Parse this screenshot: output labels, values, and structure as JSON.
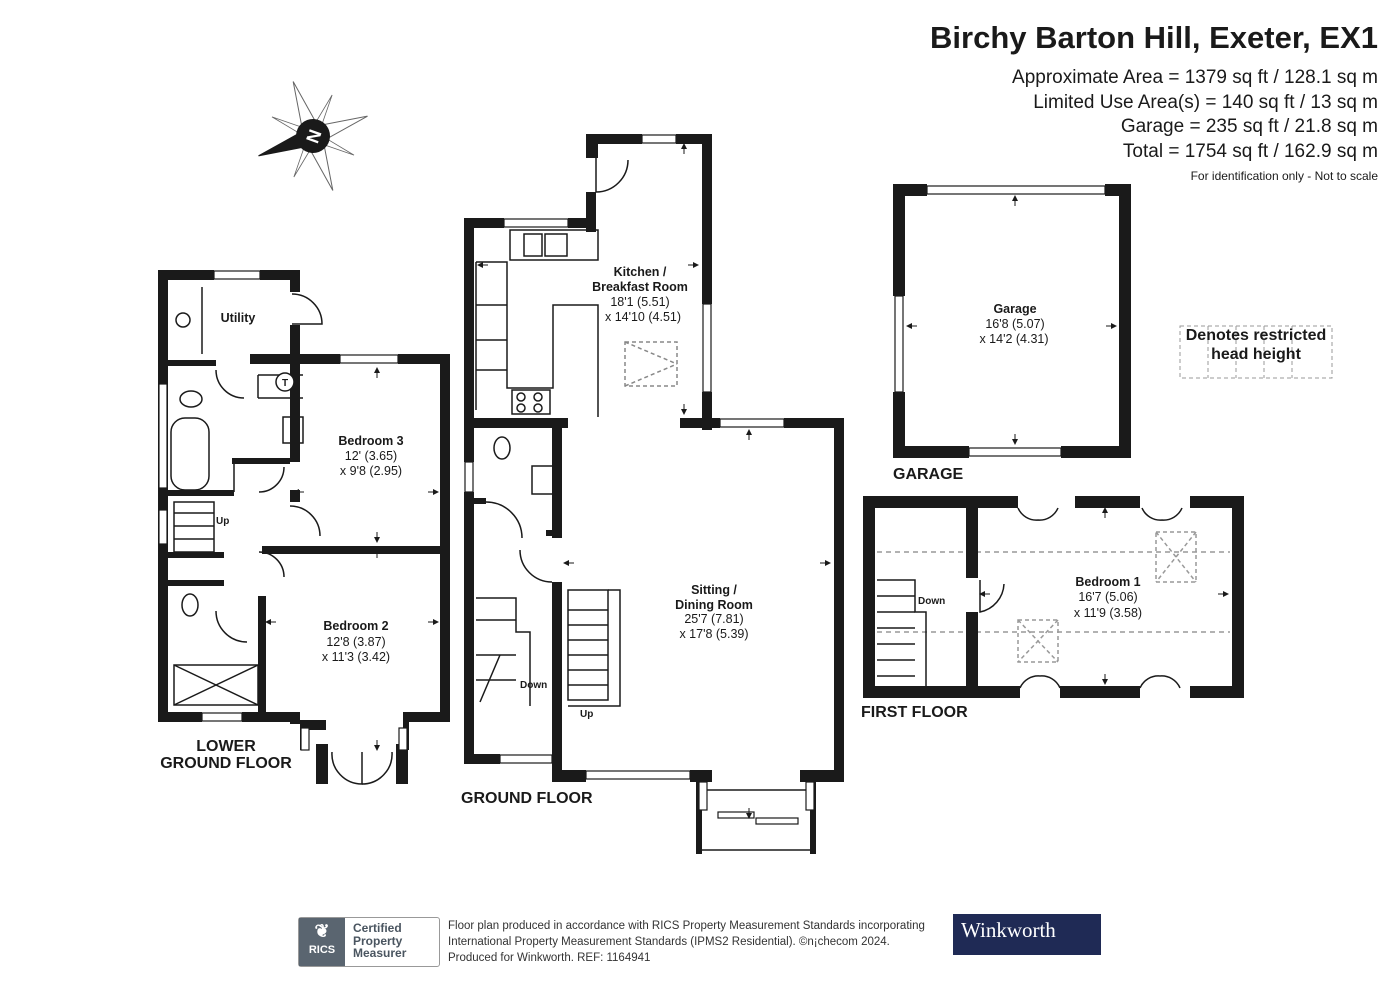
{
  "header": {
    "title": "Birchy Barton Hill, Exeter, EX1",
    "areas": [
      "Approximate Area = 1379 sq ft / 128.1 sq m",
      "Limited Use Area(s) = 140 sq ft / 13 sq m",
      "Garage = 235 sq ft / 21.8 sq m",
      "Total = 1754 sq ft / 162.9 sq m"
    ],
    "note": "For identification only - Not to scale"
  },
  "compass": {
    "label": "N"
  },
  "legend": {
    "line1": "Denotes restricted",
    "line2": "head height"
  },
  "floors": {
    "lower": {
      "label_line1": "LOWER",
      "label_line2": "GROUND FLOOR"
    },
    "ground": {
      "label": "GROUND FLOOR"
    },
    "first": {
      "label": "FIRST FLOOR"
    },
    "garage": {
      "label": "GARAGE"
    }
  },
  "rooms": {
    "utility": {
      "name": "Utility"
    },
    "bedroom3": {
      "name": "Bedroom 3",
      "dim1": "12' (3.65)",
      "dim2": "x 9'8 (2.95)"
    },
    "bedroom2": {
      "name": "Bedroom 2",
      "dim1": "12'8 (3.87)",
      "dim2": "x 11'3 (3.42)"
    },
    "kitchen": {
      "name1": "Kitchen /",
      "name2": "Breakfast Room",
      "dim1": "18'1 (5.51)",
      "dim2": "x 14'10 (4.51)"
    },
    "sitting": {
      "name1": "Sitting /",
      "name2": "Dining Room",
      "dim1": "25'7 (7.81)",
      "dim2": "x 17'8 (5.39)"
    },
    "garage": {
      "name": "Garage",
      "dim1": "16'8 (5.07)",
      "dim2": "x 14'2 (4.31)"
    },
    "bedroom1": {
      "name": "Bedroom 1",
      "dim1": "16'7 (5.06)",
      "dim2": "x 11'9 (3.58)"
    }
  },
  "stairs": {
    "lower_up": "Up",
    "ground_down": "Down",
    "ground_up": "Up",
    "first_down": "Down",
    "cupboard_t": "T"
  },
  "footer": {
    "rics_logo": "RICS",
    "rics_line1": "Certified",
    "rics_line2": "Property",
    "rics_line3": "Measurer",
    "credit_line1": "Floor plan produced in accordance with RICS Property Measurement Standards incorporating",
    "credit_line2": "International Property Measurement Standards (IPMS2 Residential).  ©n¡checom 2024.",
    "credit_line3": "Produced for Winkworth.   REF: 1164941",
    "brand": "Winkworth"
  }
}
